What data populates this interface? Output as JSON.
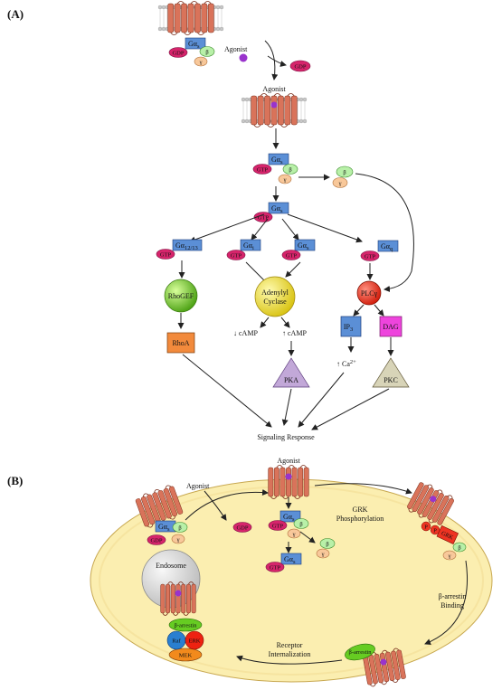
{
  "panels": {
    "a": "(A)",
    "b": "(B)"
  },
  "labels": {
    "agonist": "Agonist",
    "gdp": "GDP",
    "gtp": "GTP",
    "beta": "β",
    "gamma": "γ",
    "galpha": "Gα",
    "sub_s": "s",
    "sub_1213": "12/13",
    "sub_i": "i",
    "sub_q": "q",
    "rhogef": "RhoGEF",
    "rhoa": "RhoA",
    "adenylyl": "Adenylyl",
    "cyclase": "Cyclase",
    "camp_down": "↓ cAMP",
    "camp_up": "↑ cAMP",
    "pka": "PKA",
    "plc": "PLCγ",
    "ip": "IP",
    "ip_sub": "3",
    "dag": "DAG",
    "ca": "↑ Ca",
    "ca_sup": "2+",
    "pkc": "PKC",
    "signaling": "Signaling Response",
    "grk_phos_1": "GRK",
    "grk_phos_2": "Phosphorylation",
    "grk": "GRK",
    "p": "P",
    "barr_bind_1": "β-arrestin",
    "barr_bind_2": "Binding",
    "barrestin": "β-arrestin",
    "receptor_int_1": "Receptor",
    "receptor_int_2": "Internalization",
    "endosome": "Endosome",
    "raf": "Raf",
    "erk": "ERK",
    "mek": "MEK"
  },
  "colors": {
    "receptor": "#d9735a",
    "receptor_stroke": "#7a2f1c",
    "membrane": "#c8c8c8",
    "galpha": "#5b8fd6",
    "nucleotide": "#d6246b",
    "beta": "#b8f0a8",
    "gamma": "#f8c89a",
    "agonist": "#9933cc",
    "rhogef": "#66cc22",
    "rhoa": "#f28a3c",
    "cyclase": "#e8d81c",
    "pka": "#c2a8d8",
    "plc": "#ee2211",
    "ip3": "#5b8fd6",
    "dag": "#ee44dd",
    "pkc": "#d8d4b8",
    "cell": "#fbeeb0",
    "cell_stroke": "#c8a850",
    "endosome": "#dcdcdc",
    "arrestin": "#66cc22",
    "raf": "#2a7fd0",
    "erk": "#ee2211",
    "mek": "#f28a1c",
    "grk": "#ee3322"
  },
  "icons": [
    "receptor-icon",
    "membrane-icon",
    "agonist-icon",
    "cell-icon",
    "endosome-icon"
  ]
}
